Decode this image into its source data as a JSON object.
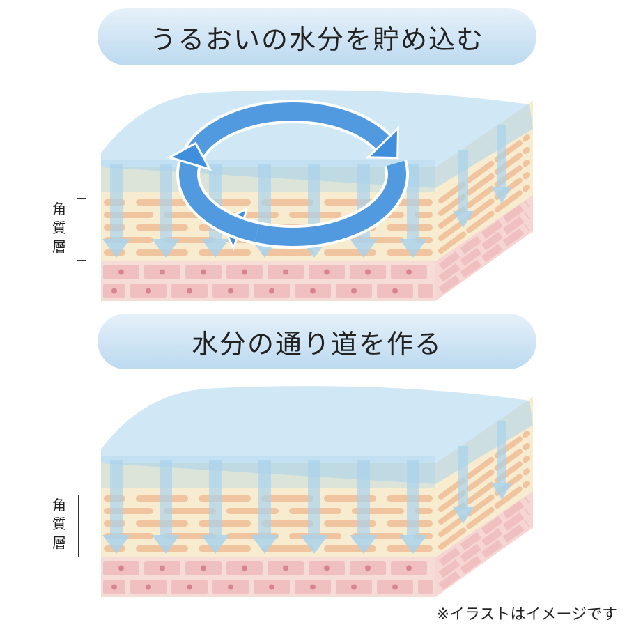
{
  "section1": {
    "title": "うるおいの水分を貯め込む",
    "layer_label": "角質層"
  },
  "section2": {
    "title": "水分の通り道を作る",
    "layer_label": "角質層"
  },
  "note": "※イラストはイメージです",
  "colors": {
    "water": "#a9d3ec",
    "corneum": "#f8ecd0",
    "brick": "#f0c49e",
    "cell": "#f0c0c0",
    "nucleus": "#d88490",
    "swirl": "#3f8fdc"
  }
}
